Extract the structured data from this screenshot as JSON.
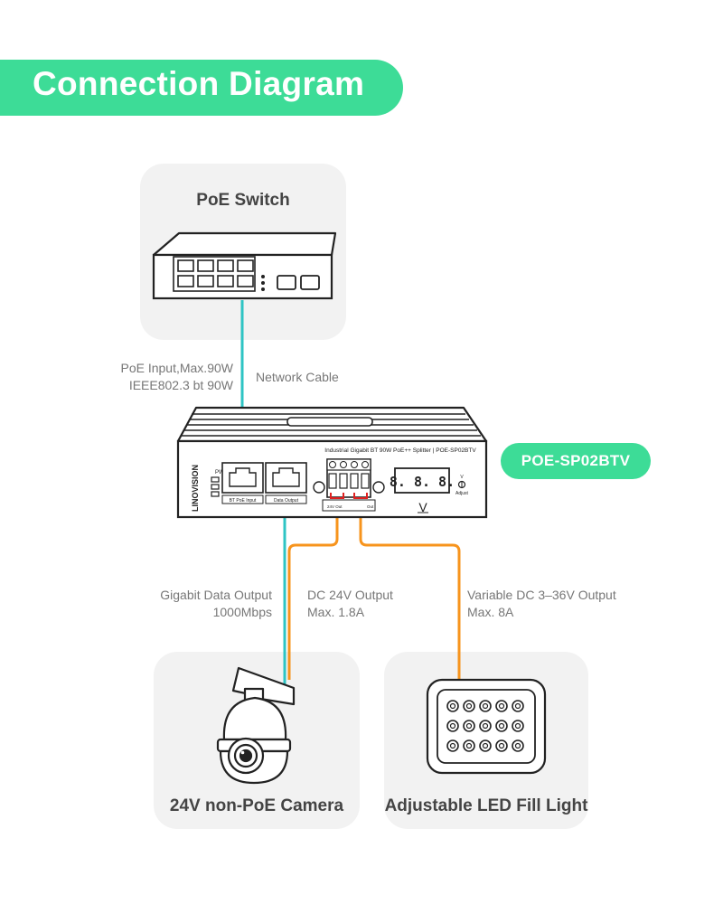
{
  "header": {
    "title": "Connection Diagram"
  },
  "switch": {
    "title": "PoE Switch"
  },
  "device": {
    "model_badge": "POE-SP02BTV",
    "brand": "LINOVISION",
    "product_line": "Industrial Gigabit BT 90W PoE++ Splitter | POE-SP02BTV",
    "pwr_label": "PWR",
    "port1_label": "BT PoE Input",
    "port2_label": "Data Output",
    "display_digits": "8. 8. 8.",
    "voltage_symbol": "V",
    "adjust_v": "V",
    "adjust_label": "Adjust",
    "terminal_left": "24V Out",
    "terminal_right": "Out"
  },
  "labels": {
    "poe_input_line1": "PoE Input,Max.90W",
    "poe_input_line2": "IEEE802.3 bt 90W",
    "network_cable": "Network Cable",
    "gigabit_line1": "Gigabit Data Output",
    "gigabit_line2": "1000Mbps",
    "dc24_line1": "DC 24V Output",
    "dc24_line2": "Max. 1.8A",
    "variable_line1": "Variable DC 3–36V Output",
    "variable_line2": "Max. 8A"
  },
  "camera": {
    "title": "24V non-PoE Camera"
  },
  "light": {
    "title": "Adjustable LED Fill Light"
  },
  "colors": {
    "accent": "#3ddc97",
    "network_cable": "#2ec4c4",
    "power_cable": "#f7941d",
    "card_bg": "#f2f2f2",
    "terminal_red": "#e02020"
  }
}
